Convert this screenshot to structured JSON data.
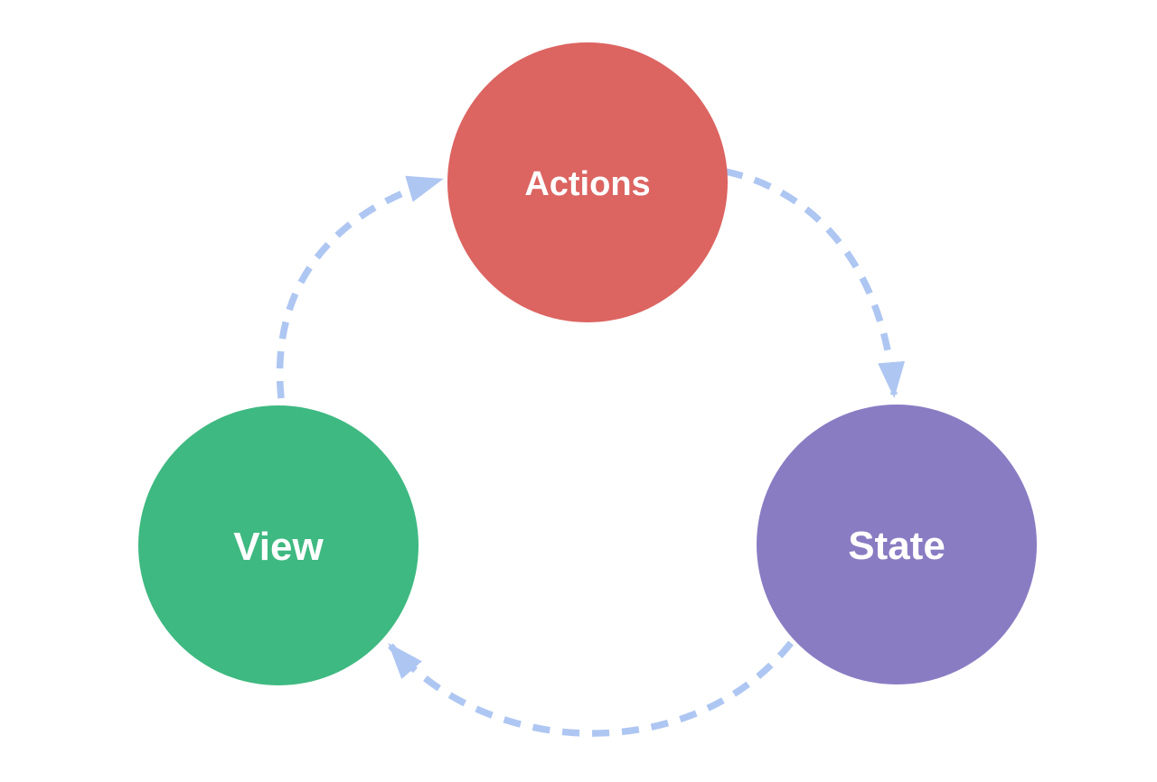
{
  "diagram": {
    "background": "#ffffff",
    "label_color": "#ffffff",
    "nodes": [
      {
        "id": "actions",
        "label": "Actions",
        "color": "#dc6461"
      },
      {
        "id": "state",
        "label": "State",
        "color": "#8a7cc3"
      },
      {
        "id": "view",
        "label": "View",
        "color": "#3eb981"
      }
    ],
    "arrow": {
      "color": "#aec6f2",
      "edges": [
        {
          "from": "Actions",
          "to": "State"
        },
        {
          "from": "State",
          "to": "View"
        },
        {
          "from": "View",
          "to": "Actions"
        }
      ]
    }
  }
}
